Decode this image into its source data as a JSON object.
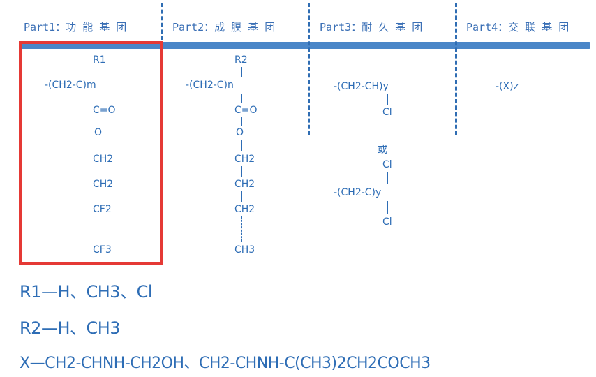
{
  "headers": [
    "Part1：功 能 基 团",
    "Part2：成 膜 基 团",
    "Part3：耐 久 基 团",
    "Part4：交 联 基 团"
  ],
  "part1": {
    "r": "R1",
    "backbone": "-(CH2-C)m",
    "carbonyl": "C=O",
    "ether_o": "O",
    "chain": [
      "CH2",
      "CH2",
      "CF2"
    ],
    "terminal": "CF3"
  },
  "part2": {
    "r": "R2",
    "backbone": "-(CH2-C)n",
    "carbonyl": "C=O",
    "ether_o": "O",
    "chain": [
      "CH2",
      "CH2",
      "CH2"
    ],
    "terminal": "CH3"
  },
  "part3": {
    "option1_backbone": "-(CH2-CH)y",
    "option1_sub": "Cl",
    "or_text": "或",
    "option2_top": "Cl",
    "option2_backbone": "-(CH2-C)y",
    "option2_bottom": "Cl"
  },
  "part4": {
    "backbone": "-(X)z"
  },
  "legend": [
    "R1—H、CH3、Cl",
    "R2—H、CH3",
    "X—CH2-CHNH-CH2OH、CH2-CHNH-C(CH3)2CH2COCH3"
  ],
  "colors": {
    "text": "#2e6db5",
    "bar": "#4a86c8",
    "highlight": "#e53935"
  }
}
